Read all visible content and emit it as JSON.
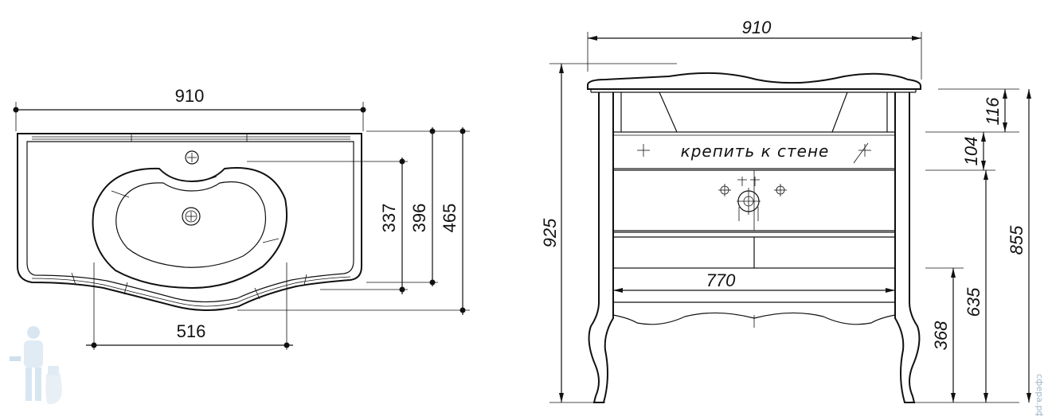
{
  "top_view": {
    "width_label": "910",
    "bowl_width_label": "516",
    "depth_a_label": "337",
    "depth_b_label": "396",
    "depth_c_label": "465"
  },
  "front_view": {
    "width_label": "910",
    "height_label": "925",
    "inner_width_label": "770",
    "top_thickness_label": "116",
    "rail_height_label": "104",
    "top_to_floor_label": "855",
    "drain_height_label": "635",
    "shelf_height_label": "368",
    "mount_note": "крепить к стене"
  },
  "watermark": {
    "site": "сфера.рф"
  }
}
